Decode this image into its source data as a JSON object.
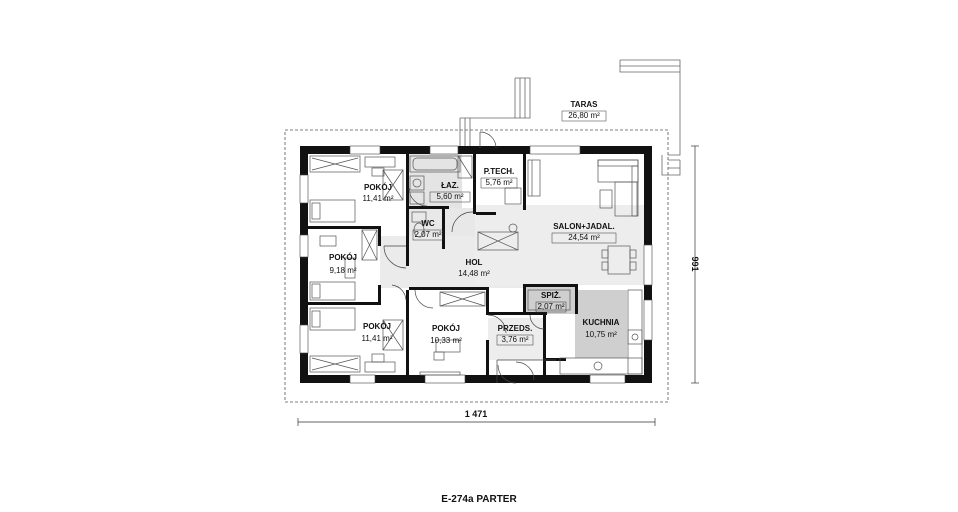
{
  "title": "E-274a PARTER",
  "dimensions": {
    "width": "1 471",
    "depth": "991"
  },
  "rooms": {
    "taras": {
      "name": "TARAS",
      "area": "26,80 m²"
    },
    "pokoj1": {
      "name": "POKÓJ",
      "area": "11,41 m²"
    },
    "lazienka": {
      "name": "ŁAZ.",
      "area": "5,60 m²"
    },
    "ptech": {
      "name": "P.TECH.",
      "area": "5,76 m²"
    },
    "salon": {
      "name": "SALON+JADAL.",
      "area": "24,54 m²"
    },
    "wc": {
      "name": "WC",
      "area": "2,07 m²"
    },
    "pokoj2": {
      "name": "POKÓJ",
      "area": "9,18 m²"
    },
    "hol": {
      "name": "HOL",
      "area": "14,48 m²"
    },
    "spiz": {
      "name": "SPIŻ.",
      "area": "2,07 m²"
    },
    "pokoj3": {
      "name": "POKÓJ",
      "area": "11,41 m²"
    },
    "pokoj4": {
      "name": "POKÓJ",
      "area": "10,33 m²"
    },
    "przeds": {
      "name": "PRZEDS.",
      "area": "3,76 m²"
    },
    "kuchnia": {
      "name": "KUCHNIA",
      "area": "10,75 m²"
    }
  }
}
